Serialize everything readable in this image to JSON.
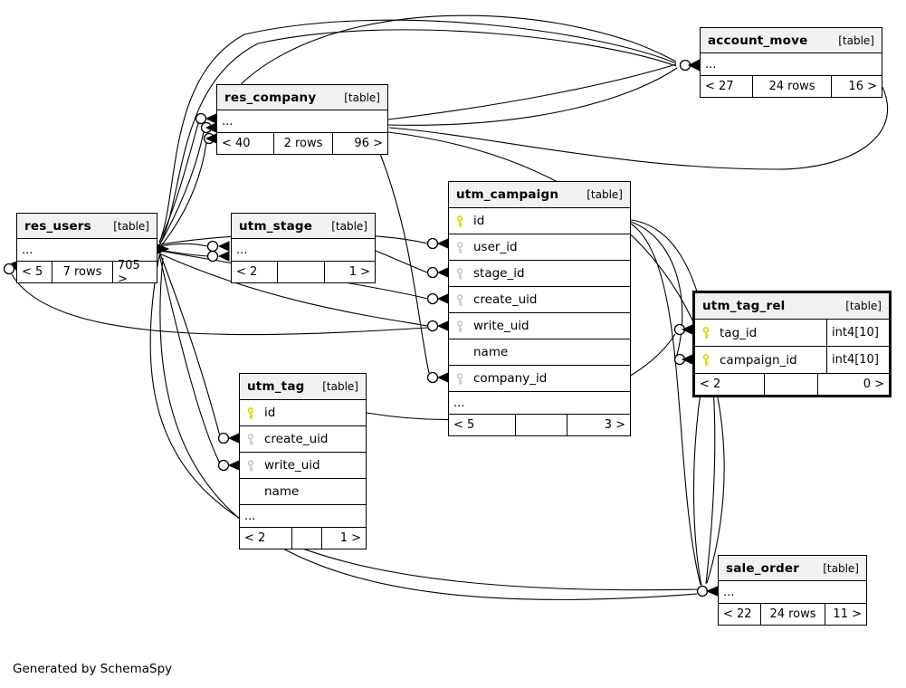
{
  "caption": "Generated by SchemaSpy",
  "colors": {
    "pk_key": "#dfd700",
    "fk_key": "#c9c9c9",
    "header_bg": "#f1f1f1",
    "line": "#000000"
  },
  "tables": {
    "account_move": {
      "title": "account_move",
      "tag": "[table]",
      "ellipsis": "...",
      "footer": {
        "left": "< 27",
        "mid": "24 rows",
        "right": "16 >"
      }
    },
    "res_company": {
      "title": "res_company",
      "tag": "[table]",
      "ellipsis": "...",
      "footer": {
        "left": "< 40",
        "mid": "2 rows",
        "right": "96 >"
      }
    },
    "res_users": {
      "title": "res_users",
      "tag": "[table]",
      "ellipsis": "...",
      "footer": {
        "left": "< 5",
        "mid": "7 rows",
        "right": "705 >"
      }
    },
    "utm_stage": {
      "title": "utm_stage",
      "tag": "[table]",
      "ellipsis": "...",
      "footer": {
        "left": "< 2",
        "mid": "",
        "right": "1 >"
      }
    },
    "utm_campaign": {
      "title": "utm_campaign",
      "tag": "[table]",
      "ellipsis": "...",
      "columns": [
        {
          "name": "id",
          "key": "pk"
        },
        {
          "name": "user_id",
          "key": "fk"
        },
        {
          "name": "stage_id",
          "key": "fk"
        },
        {
          "name": "create_uid",
          "key": "fk"
        },
        {
          "name": "write_uid",
          "key": "fk"
        },
        {
          "name": "name",
          "key": ""
        },
        {
          "name": "company_id",
          "key": "fk"
        }
      ],
      "footer": {
        "left": "< 5",
        "mid": "",
        "right": "3 >"
      }
    },
    "utm_tag_rel": {
      "title": "utm_tag_rel",
      "tag": "[table]",
      "columns": [
        {
          "name": "tag_id",
          "key": "pk",
          "type": "int4[10]"
        },
        {
          "name": "campaign_id",
          "key": "pk",
          "type": "int4[10]"
        }
      ],
      "footer": {
        "left": "< 2",
        "mid": "",
        "right": "0 >"
      }
    },
    "utm_tag": {
      "title": "utm_tag",
      "tag": "[table]",
      "ellipsis": "...",
      "columns": [
        {
          "name": "id",
          "key": "pk"
        },
        {
          "name": "create_uid",
          "key": "fk"
        },
        {
          "name": "write_uid",
          "key": "fk"
        },
        {
          "name": "name",
          "key": ""
        }
      ],
      "footer": {
        "left": "< 2",
        "mid": "",
        "right": "1 >"
      }
    },
    "sale_order": {
      "title": "sale_order",
      "tag": "[table]",
      "ellipsis": "...",
      "footer": {
        "left": "< 22",
        "mid": "24 rows",
        "right": "11 >"
      }
    }
  },
  "relationships": [
    {
      "from": "utm_campaign.user_id",
      "to": "res_users"
    },
    {
      "from": "utm_campaign.stage_id",
      "to": "utm_stage"
    },
    {
      "from": "utm_campaign.create_uid",
      "to": "res_users"
    },
    {
      "from": "utm_campaign.write_uid",
      "to": "res_users"
    },
    {
      "from": "utm_campaign.company_id",
      "to": "res_company"
    },
    {
      "from": "utm_tag.create_uid",
      "to": "res_users"
    },
    {
      "from": "utm_tag.write_uid",
      "to": "res_users"
    },
    {
      "from": "utm_tag_rel.tag_id",
      "to": "utm_tag.id"
    },
    {
      "from": "utm_tag_rel.campaign_id",
      "to": "utm_campaign.id"
    },
    {
      "from": "utm_stage",
      "to": "res_users"
    },
    {
      "from": "res_company",
      "to": "res_users"
    },
    {
      "from": "res_users",
      "to": "res_company"
    },
    {
      "from": "account_move",
      "to": "res_users"
    },
    {
      "from": "account_move",
      "to": "res_company"
    },
    {
      "from": "account_move",
      "to": "utm_campaign"
    },
    {
      "from": "sale_order",
      "to": "res_users"
    },
    {
      "from": "sale_order",
      "to": "res_company"
    },
    {
      "from": "sale_order",
      "to": "utm_campaign"
    },
    {
      "from": "sale_order",
      "to": "utm_tag_rel"
    }
  ]
}
